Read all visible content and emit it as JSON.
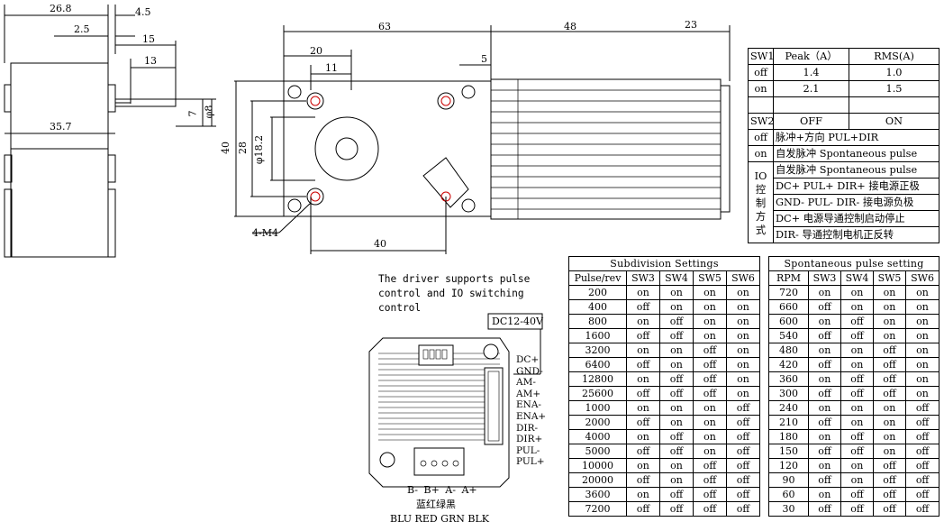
{
  "dimensions": {
    "side": {
      "d26_8": "26.8",
      "d4_5": "4.5",
      "d2_5": "2.5",
      "d15": "15",
      "d13": "13",
      "d7": "7",
      "phi8": "φ8",
      "d35_7": "35.7"
    },
    "front": {
      "d63": "63",
      "d48": "48",
      "d23": "23",
      "d20": "20",
      "d11": "11",
      "d5": "5",
      "d40_v": "40",
      "d28": "28",
      "phi18_2": "φ18.2",
      "d40_h": "40",
      "m4": "4-M4"
    }
  },
  "sw_table": {
    "header": {
      "col1": "SW1",
      "col2": "Peak（A）",
      "col3": "RMS(A)"
    },
    "rows": [
      {
        "sw": "off",
        "peak": "1.4",
        "rms": "1.0"
      },
      {
        "sw": "on",
        "peak": "2.1",
        "rms": "1.5"
      }
    ],
    "sw2": {
      "label": "SW2",
      "off": "OFF",
      "on": "ON"
    },
    "modes": [
      {
        "key": "off",
        "text": "脉冲+方向 PUL+DIR"
      },
      {
        "key": "on",
        "text": "自发脉冲 Spontaneous pulse"
      }
    ],
    "io_label": [
      "IO",
      "控",
      "制",
      "方",
      "式"
    ],
    "io_rows": [
      "自发脉冲 Spontaneous pulse",
      "DC+ PUL+ DIR+ 接电源正极",
      "GND- PUL- DIR- 接电源负极",
      "DC+ 电源导通控制启动停止",
      "DIR- 导通控制电机正反转"
    ]
  },
  "driver": {
    "note": [
      "The driver supports pulse",
      "control and IO switching",
      "control"
    ],
    "supply": "DC12-40V",
    "pins": [
      "DC+",
      "GND-",
      "AM-",
      "AM+",
      "ENA-",
      "ENA+",
      "DIR-",
      "DIR+",
      "PUL-",
      "PUL+"
    ],
    "motor_pins": "B- B+ A- A+",
    "colors_cn": "蓝红绿黑",
    "colors_en": "BLU RED GRN BLK"
  },
  "subdivision": {
    "title": "Subdivision Settings",
    "headers": [
      "Pulse/rev",
      "SW3",
      "SW4",
      "SW5",
      "SW6"
    ],
    "rows": [
      [
        "200",
        "on",
        "on",
        "on",
        "on"
      ],
      [
        "400",
        "off",
        "on",
        "on",
        "on"
      ],
      [
        "800",
        "on",
        "off",
        "on",
        "on"
      ],
      [
        "1600",
        "off",
        "off",
        "on",
        "on"
      ],
      [
        "3200",
        "on",
        "on",
        "off",
        "on"
      ],
      [
        "6400",
        "off",
        "on",
        "off",
        "on"
      ],
      [
        "12800",
        "on",
        "off",
        "off",
        "on"
      ],
      [
        "25600",
        "off",
        "off",
        "off",
        "on"
      ],
      [
        "1000",
        "on",
        "on",
        "on",
        "off"
      ],
      [
        "2000",
        "off",
        "on",
        "on",
        "off"
      ],
      [
        "4000",
        "on",
        "off",
        "on",
        "off"
      ],
      [
        "5000",
        "off",
        "off",
        "on",
        "off"
      ],
      [
        "10000",
        "on",
        "on",
        "off",
        "off"
      ],
      [
        "20000",
        "off",
        "on",
        "off",
        "off"
      ],
      [
        "3600",
        "on",
        "off",
        "off",
        "off"
      ],
      [
        "7200",
        "off",
        "off",
        "off",
        "off"
      ]
    ]
  },
  "spontaneous": {
    "title": "Spontaneous pulse setting",
    "headers": [
      "RPM",
      "SW3",
      "SW4",
      "SW5",
      "SW6"
    ],
    "rows": [
      [
        "720",
        "on",
        "on",
        "on",
        "on"
      ],
      [
        "660",
        "off",
        "on",
        "on",
        "on"
      ],
      [
        "600",
        "on",
        "off",
        "on",
        "on"
      ],
      [
        "540",
        "off",
        "off",
        "on",
        "on"
      ],
      [
        "480",
        "on",
        "on",
        "off",
        "on"
      ],
      [
        "420",
        "off",
        "on",
        "off",
        "on"
      ],
      [
        "360",
        "on",
        "off",
        "off",
        "on"
      ],
      [
        "300",
        "off",
        "off",
        "off",
        "on"
      ],
      [
        "240",
        "on",
        "on",
        "on",
        "off"
      ],
      [
        "210",
        "off",
        "on",
        "on",
        "off"
      ],
      [
        "180",
        "on",
        "off",
        "on",
        "off"
      ],
      [
        "150",
        "off",
        "off",
        "on",
        "off"
      ],
      [
        "120",
        "on",
        "on",
        "off",
        "off"
      ],
      [
        "90",
        "off",
        "on",
        "off",
        "off"
      ],
      [
        "60",
        "on",
        "off",
        "off",
        "off"
      ],
      [
        "30",
        "off",
        "off",
        "off",
        "off"
      ]
    ]
  }
}
